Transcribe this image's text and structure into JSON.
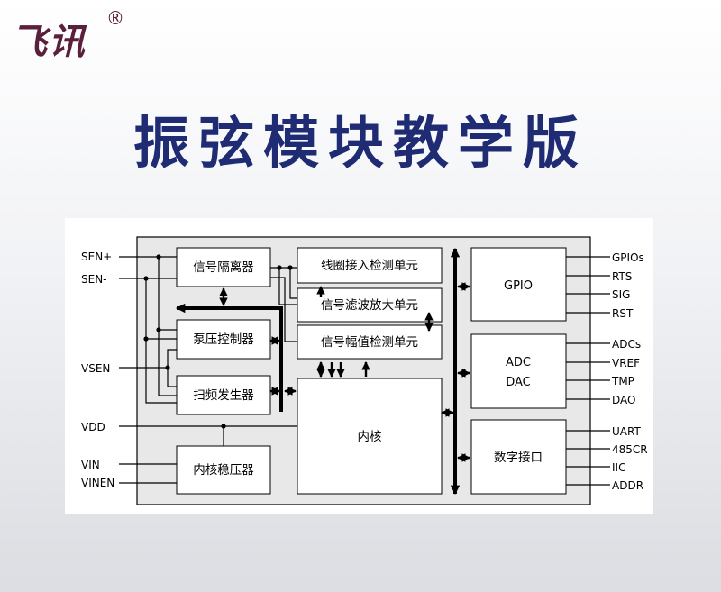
{
  "header": {
    "brand": "飞讯",
    "registered_mark": "®",
    "title": "振弦模块教学版"
  },
  "diagram": {
    "inputs_left": [
      "SEN+",
      "SEN-",
      "VSEN",
      "VDD",
      "VIN",
      "VINEN"
    ],
    "blocks": {
      "isolation": "信号隔离器",
      "pump": "泵压控制器",
      "sweep": "扫频发生器",
      "regulator": "内核稳压器",
      "coil_detect": "线圈接入检测单元",
      "amplifier": "信号滤波放大单元",
      "amplitude_detect": "信号幅值检测单元",
      "core": "内核",
      "gpio": "GPIO",
      "adc": "ADC",
      "dac": "DAC",
      "digital_interface": "数字接口"
    },
    "outputs_right": [
      "GPIOs",
      "RTS",
      "SIG",
      "RST",
      "ADCs",
      "VREF",
      "TMP",
      "DAO",
      "UART",
      "485CR",
      "IIC",
      "ADDR"
    ]
  }
}
